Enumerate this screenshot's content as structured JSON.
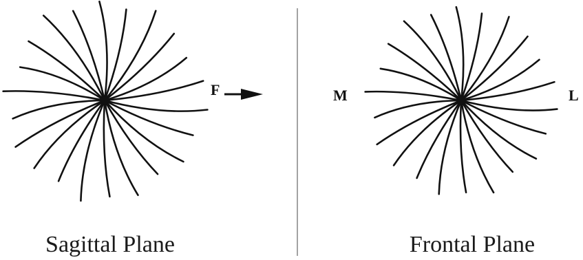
{
  "panels": [
    {
      "title": "Sagittal Plane",
      "labels": {
        "forward": "F"
      }
    },
    {
      "title": "Frontal Plane",
      "labels": {
        "medial": "M",
        "lateral": "L"
      }
    }
  ],
  "colors": {
    "ink": "#111111",
    "divider": "#8a8a8a",
    "background": "#ffffff"
  },
  "icons": {
    "direction_arrow": "arrow-right-icon"
  }
}
